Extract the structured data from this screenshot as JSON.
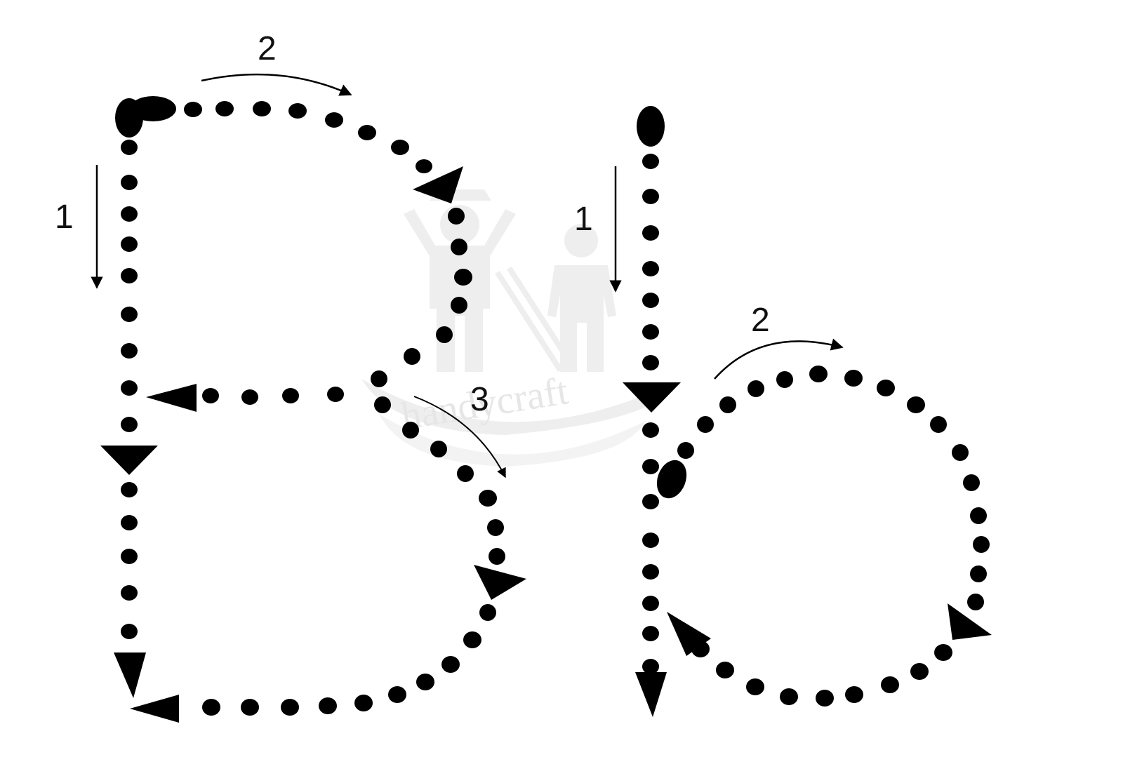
{
  "colors": {
    "ink": "#000000",
    "watermark": "#e8e8e8",
    "background": "#ffffff"
  },
  "watermark": {
    "text": "handycraft"
  },
  "letter_B": {
    "stroke_1_label": "1",
    "stroke_2_label": "2",
    "stroke_3_label": "3"
  },
  "letter_b": {
    "stroke_1_label": "1",
    "stroke_2_label": "2"
  }
}
